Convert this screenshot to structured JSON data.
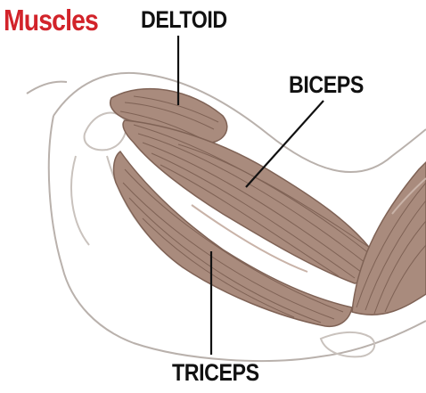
{
  "diagram": {
    "title": "Muscles",
    "labels": {
      "deltoid": "DELTOID",
      "biceps": "BICEPS",
      "triceps": "TRICEPS"
    }
  },
  "colors": {
    "title": "#d2232a",
    "label": "#111111",
    "muscle": "#a98b7d",
    "muscle_fiber": "#7f6255",
    "muscle_highlight": "#c9b3a8",
    "skin_outline": "#b9b1ac",
    "bone_outline": "#c9c2bd"
  }
}
